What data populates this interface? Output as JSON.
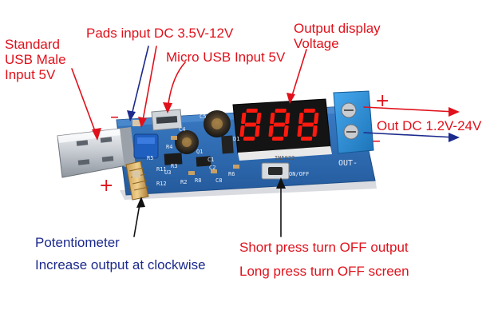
{
  "labels": {
    "usb_input": [
      "Standard",
      "USB Male",
      "Input 5V"
    ],
    "pads_input": "Pads input DC 3.5V-12V",
    "micro_usb": "Micro USB Input 5V",
    "output_display": [
      "Output display",
      "Voltage"
    ],
    "out_dc": "Out DC 1.2V-24V",
    "potentiometer": "Potentiometer",
    "clockwise": "Increase output at clockwise",
    "short_press": "Short press turn OFF output",
    "long_press": "Long press turn OFF screen"
  },
  "signs": {
    "plus": "+",
    "minus": "–"
  },
  "board": {
    "display_digits": "888",
    "silk_out_minus": "OUT-",
    "silk_on_off": "ON/OFF",
    "silk_chip": "IN5822",
    "silk_c1": "C1",
    "silk_c2": "C2",
    "silk_r2": "R2",
    "silk_r3": "R3",
    "silk_r4": "R4",
    "silk_r5": "R5",
    "silk_r6": "R6",
    "silk_r8": "R8",
    "silk_r11": "R11",
    "silk_r12": "R12",
    "silk_c4": "C4",
    "silk_c5": "C5",
    "silk_c8": "C8",
    "silk_d1": "D1",
    "silk_q1": "Q1",
    "silk_u3": "U3"
  },
  "colors": {
    "red_text": "#e0111b",
    "blue_text": "#1c2a8c",
    "pcb": "#2f6db5",
    "display_on": "#ff1a10",
    "terminal": "#2b8fd6"
  }
}
